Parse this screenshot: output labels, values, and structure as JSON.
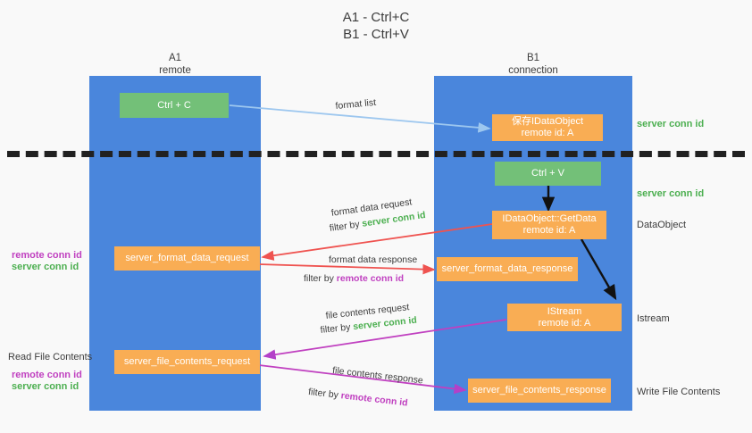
{
  "title": {
    "line1": "A1 - Ctrl+C",
    "line2": "B1 - Ctrl+V"
  },
  "columns": [
    {
      "id": "a1",
      "name": "A1",
      "role": "remote"
    },
    {
      "id": "b1",
      "name": "B1",
      "role": "connection"
    }
  ],
  "nodes": {
    "ctrl_c": "Ctrl + C",
    "ctrl_v": "Ctrl + V",
    "save_idataobject_l1": "保存IDataObject",
    "save_idataobject_l2": "remote id: A",
    "getdata_l1": "IDataObject::GetData",
    "getdata_l2": "remote id: A",
    "istream_l1": "IStream",
    "istream_l2": "remote id: A",
    "server_format_data_request": "server_format_data_request",
    "server_format_data_response": "server_format_data_response",
    "server_file_contents_request": "server_file_contents_request",
    "server_file_contents_response": "server_file_contents_response"
  },
  "edge_labels": {
    "format_list": "format list",
    "format_data_request": "format data request",
    "format_data_request_filter_prefix": "filter by ",
    "format_data_request_filter_key": "server conn id",
    "format_data_response": "format data response",
    "format_data_response_filter_prefix": "filter by ",
    "format_data_response_filter_key": "remote conn id",
    "file_contents_request": "file contents request",
    "file_contents_request_filter_prefix": "filter by ",
    "file_contents_request_filter_key": "server conn id",
    "file_contents_response": "file contents response",
    "file_contents_response_filter_prefix": "filter by ",
    "file_contents_response_filter_key": "remote conn id"
  },
  "right_labels": {
    "server_conn_id_top": "server conn id",
    "server_conn_id_mid": "server conn id",
    "data_object": "DataObject",
    "istream": "Istream",
    "write_file_contents": "Write File Contents"
  },
  "left_labels": {
    "remote_conn_id_upper": "remote conn id",
    "server_conn_id_upper": "server conn id",
    "read_file_contents": "Read File Contents",
    "remote_conn_id_lower": "remote conn id",
    "server_conn_id_lower": "server conn id"
  },
  "colors": {
    "column_blue": "#4a86dc",
    "node_green": "#73c078",
    "node_orange": "#f9ad54",
    "server_conn_id": "#4caf50",
    "remote_conn_id": "#c040c0",
    "arrow_light_blue": "#9dc7ef",
    "arrow_red": "#ef5350",
    "arrow_black": "#111111",
    "arrow_magenta": "#e91e9e",
    "arrow_purple": "#b340c8",
    "background": "#f9f9f9",
    "separator": "#212121"
  }
}
